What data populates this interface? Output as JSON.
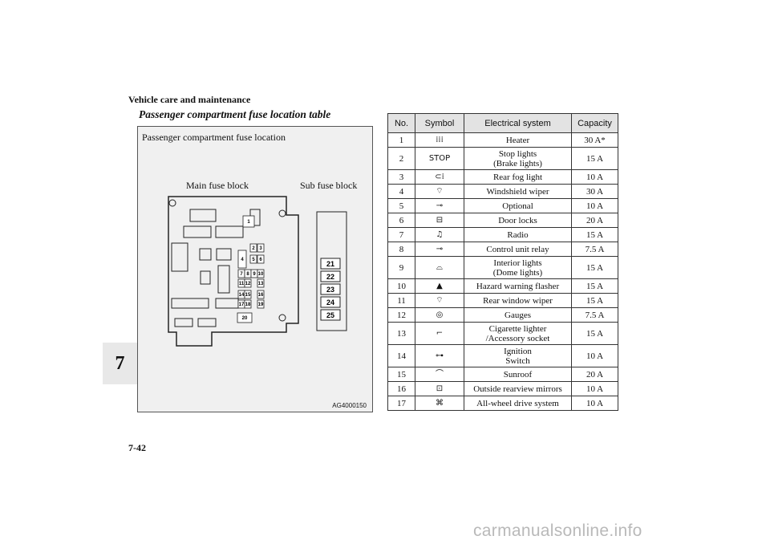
{
  "header": "Vehicle care and maintenance",
  "subtitle": "Passenger compartment fuse location table",
  "chapter": "7",
  "page_number": "7-42",
  "figure": {
    "title": "Passenger compartment fuse location",
    "main_label": "Main fuse block",
    "sub_label": "Sub fuse block",
    "code": "AG4000150",
    "main_fuse_numbers": [
      "1",
      "2",
      "3",
      "4",
      "5",
      "6",
      "7",
      "8",
      "9",
      "10",
      "11",
      "12",
      "13",
      "14",
      "15",
      "16",
      "17",
      "18",
      "19",
      "20"
    ],
    "sub_fuse_numbers": [
      "21",
      "22",
      "23",
      "24",
      "25"
    ]
  },
  "table": {
    "headers": [
      "No.",
      "Symbol",
      "Electrical system",
      "Capacity"
    ],
    "rows": [
      {
        "no": "1",
        "symbol": "heater-icon",
        "glyph": "⁞⁞⁞",
        "system": "Heater",
        "capacity": "30 A*"
      },
      {
        "no": "2",
        "symbol": "stop-icon",
        "glyph": "STOP",
        "system": "Stop lights\n(Brake lights)",
        "capacity": "15 A"
      },
      {
        "no": "3",
        "symbol": "rear-fog-icon",
        "glyph": "⊂⁞",
        "system": "Rear fog light",
        "capacity": "10 A"
      },
      {
        "no": "4",
        "symbol": "wiper-icon",
        "glyph": "⌔",
        "system": "Windshield wiper",
        "capacity": "30 A"
      },
      {
        "no": "5",
        "symbol": "plug-icon",
        "glyph": "⊸",
        "system": "Optional",
        "capacity": "10 A"
      },
      {
        "no": "6",
        "symbol": "door-lock-icon",
        "glyph": "⊟",
        "system": "Door locks",
        "capacity": "20 A"
      },
      {
        "no": "7",
        "symbol": "radio-icon",
        "glyph": "♫",
        "system": "Radio",
        "capacity": "15 A"
      },
      {
        "no": "8",
        "symbol": "relay-icon",
        "glyph": "⊸",
        "system": "Control unit relay",
        "capacity": "7.5 A"
      },
      {
        "no": "9",
        "symbol": "dome-light-icon",
        "glyph": "⌓",
        "system": "Interior lights\n(Dome lights)",
        "capacity": "15 A"
      },
      {
        "no": "10",
        "symbol": "hazard-icon",
        "glyph": "▲",
        "system": "Hazard warning flasher",
        "capacity": "15 A"
      },
      {
        "no": "11",
        "symbol": "rear-wiper-icon",
        "glyph": "⌔",
        "system": "Rear window wiper",
        "capacity": "15 A"
      },
      {
        "no": "12",
        "symbol": "gauge-icon",
        "glyph": "◎",
        "system": "Gauges",
        "capacity": "7.5 A"
      },
      {
        "no": "13",
        "symbol": "cigarette-lighter-icon",
        "glyph": "⌐",
        "system": "Cigarette lighter\n/Accessory socket",
        "capacity": "15 A"
      },
      {
        "no": "14",
        "symbol": "ignition-icon",
        "glyph": "⊶",
        "system": "Ignition\nSwitch",
        "capacity": "10 A"
      },
      {
        "no": "15",
        "symbol": "sunroof-icon",
        "glyph": "⌒",
        "system": "Sunroof",
        "capacity": "20 A"
      },
      {
        "no": "16",
        "symbol": "mirror-icon",
        "glyph": "⊡",
        "system": "Outside rearview mirrors",
        "capacity": "10 A"
      },
      {
        "no": "17",
        "symbol": "awd-icon",
        "glyph": "⌘",
        "system": "All-wheel drive system",
        "capacity": "10 A"
      }
    ]
  },
  "watermark": "carmanualsonline.info"
}
